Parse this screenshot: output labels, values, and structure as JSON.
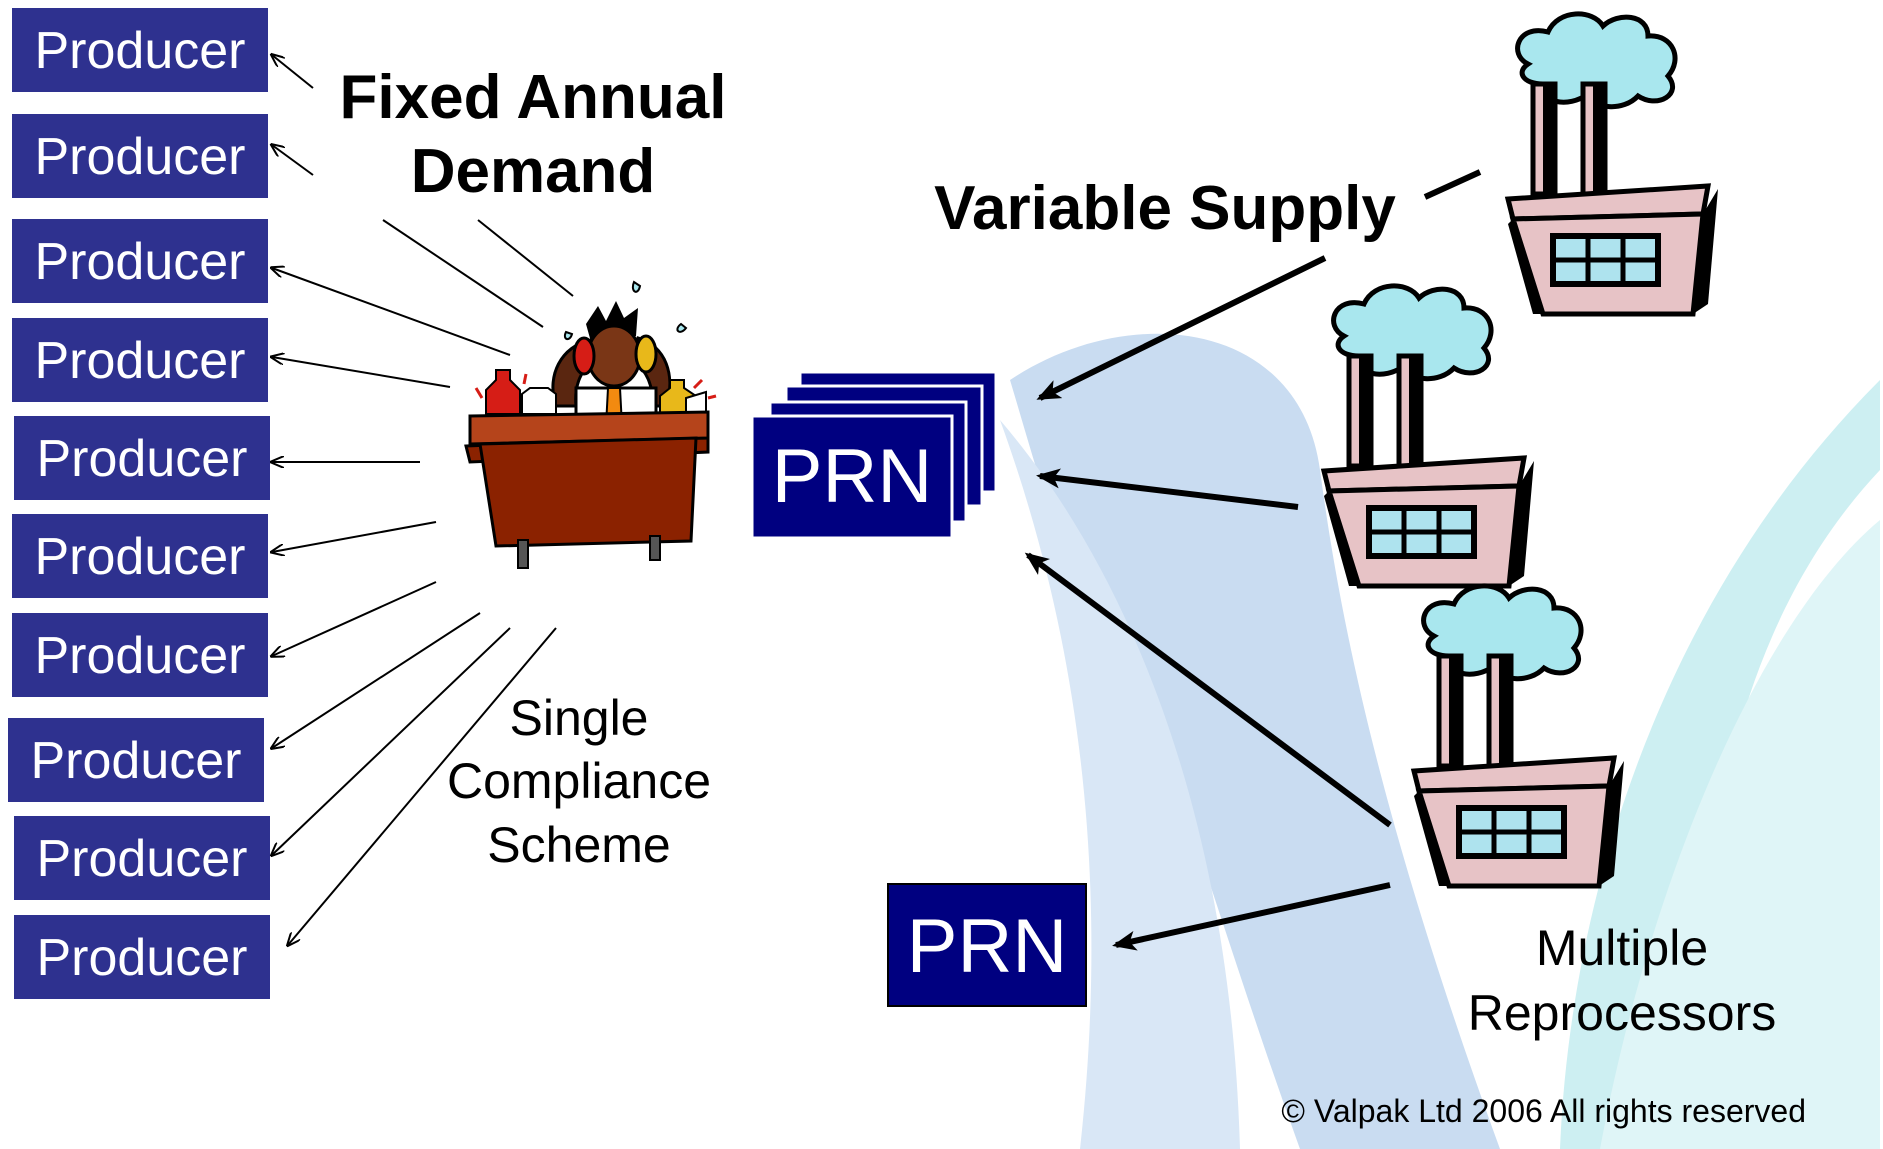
{
  "colors": {
    "box_fill": "#2e318f",
    "box_text": "#ffffff",
    "prn_fill": "#000080",
    "swoosh_blue": "#c9dcf1",
    "swoosh_cyan": "#cdeff2",
    "smoke": "#a9e7ee",
    "factory_wall": "#e7c3c6",
    "window": "#aee3ee",
    "desk": "#8b2200",
    "tie": "#f28a10",
    "bottle_red": "#d61d16",
    "bottle_yellow": "#e8b81a"
  },
  "producers": [
    "Producer",
    "Producer",
    "Producer",
    "Producer",
    "Producer",
    "Producer",
    "Producer",
    "Producer",
    "Producer",
    "Producer"
  ],
  "labels": {
    "fixed_demand_line1": "Fixed Annual",
    "fixed_demand_line2": "Demand",
    "variable_supply": "Variable Supply",
    "scheme_line1": "Single",
    "scheme_line2": "Compliance",
    "scheme_line3": "Scheme",
    "reprocessors_line1": "Multiple",
    "reprocessors_line2": "Reprocessors",
    "copyright": "© Valpak Ltd 2006 All rights reserved"
  },
  "prn_stack_label": "PRN",
  "prn_single_label": "PRN",
  "icons": {
    "scheme": "stressed-office-worker-icon",
    "factory": "factory-icon"
  }
}
